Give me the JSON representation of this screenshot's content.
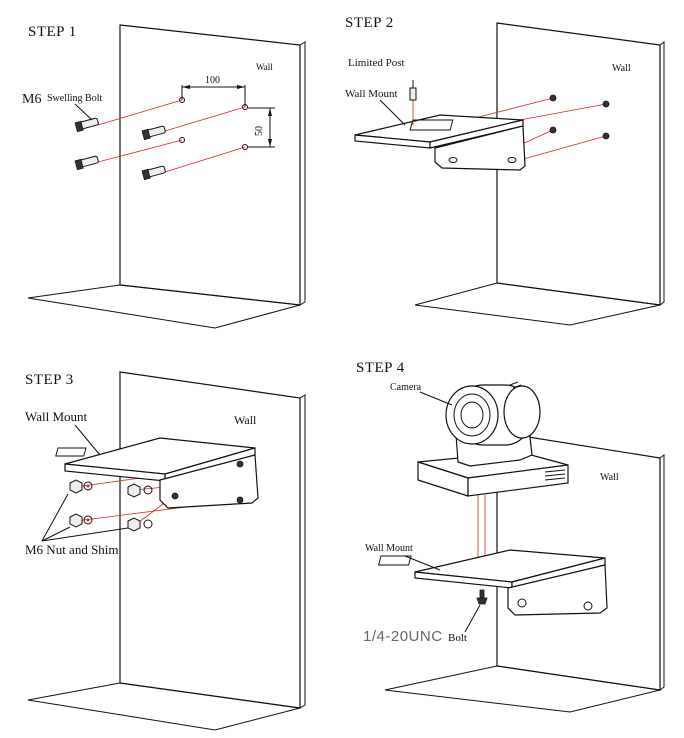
{
  "step1": {
    "title": "STEP 1",
    "wall": "Wall",
    "bolt_prefix": "M6",
    "bolt_label": "Swelling Bolt",
    "dim_horizontal": "100",
    "dim_vertical": "50"
  },
  "step2": {
    "title": "STEP 2",
    "wall": "Wall",
    "post_label": "Limited Post",
    "mount_label": "Wall Mount"
  },
  "step3": {
    "title": "STEP 3",
    "wall": "Wall",
    "mount_label": "Wall Mount",
    "nut_label": "M6 Nut and Shim"
  },
  "step4": {
    "title": "STEP 4",
    "wall": "Wall",
    "camera_label": "Camera",
    "mount_label": "Wall Mount",
    "bolt_spec": "1/4-20UNC",
    "bolt_label": "Bolt"
  }
}
